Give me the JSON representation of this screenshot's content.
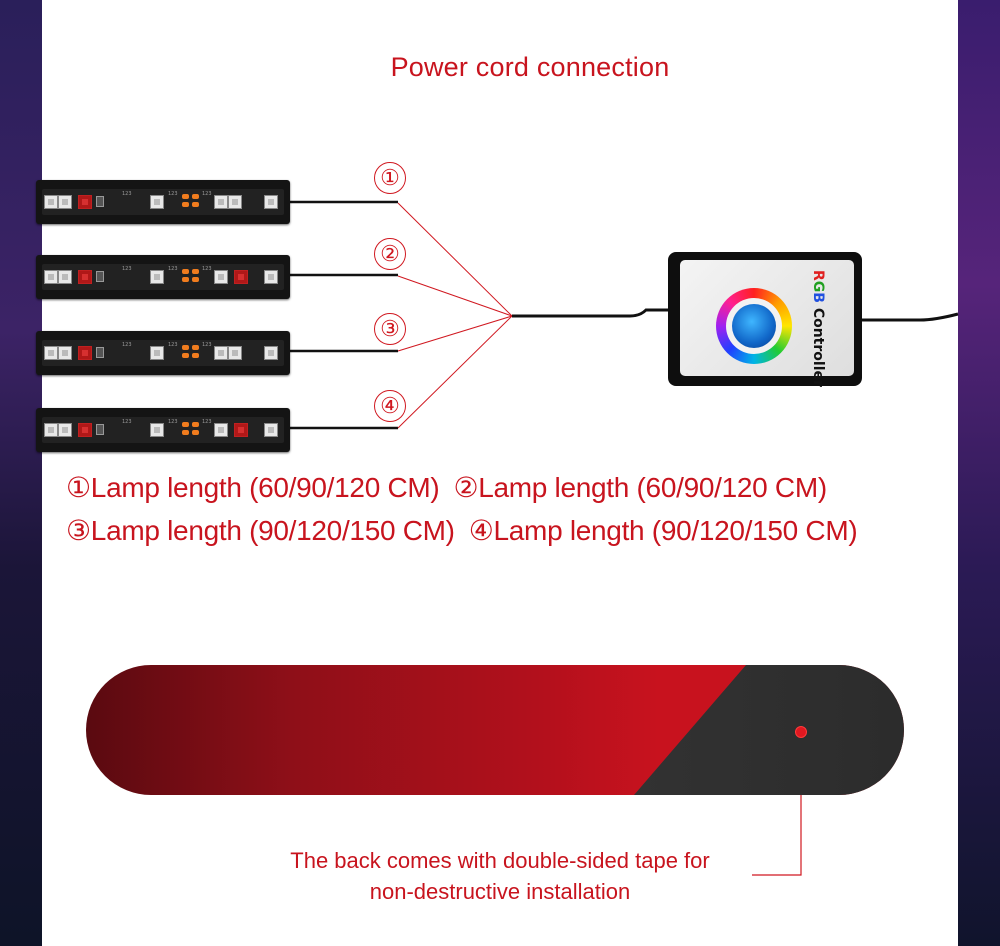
{
  "title": "Power cord connection",
  "connectors": [
    {
      "number": "①"
    },
    {
      "number": "②"
    },
    {
      "number": "③"
    },
    {
      "number": "④"
    }
  ],
  "controller": {
    "label_r": "R",
    "label_g": "G",
    "label_b": "B",
    "label_rest": " Controller"
  },
  "strip_markings": "123",
  "lengths": [
    "①Lamp length (60/90/120 CM)",
    "②Lamp length (60/90/120 CM)",
    "③Lamp length (90/120/150 CM)",
    "④Lamp length (90/120/150 CM)"
  ],
  "tape_note": {
    "line1": "The back comes with double-sided tape for",
    "line2": "non-destructive installation"
  },
  "colors": {
    "accent_red": "#c8141e",
    "panel_bg": "#ffffff",
    "strip_body": "#141414"
  }
}
